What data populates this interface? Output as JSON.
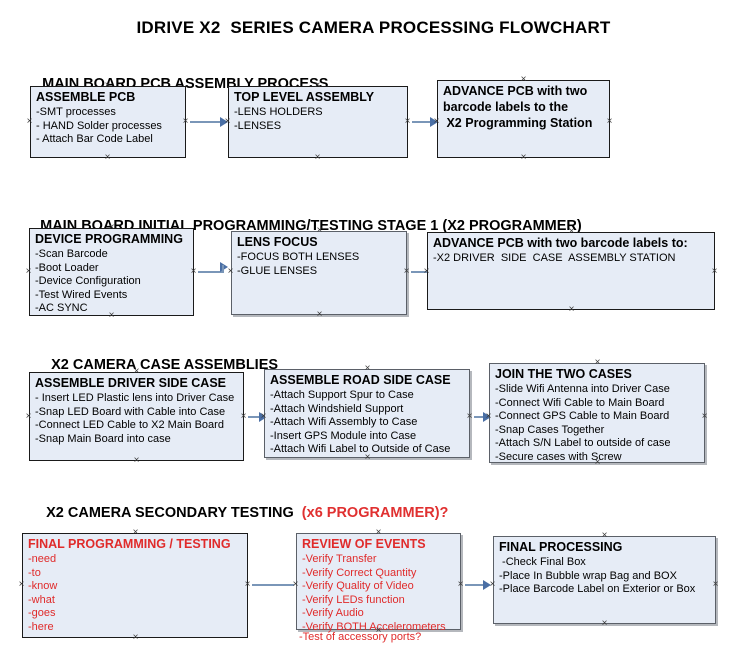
{
  "document": {
    "title": "IDRIVE X2  SERIES CAMERA PROCESSING FLOWCHART"
  },
  "sections": [
    {
      "id": "main-board-pcb-assembly-process",
      "heading": "MAIN BOARD PCB ASSEMBLY PROCESS",
      "heading_accent": "",
      "nodes": [
        {
          "id": "assemble-pcb",
          "title": "ASSEMBLE PCB",
          "lines": [
            "-SMT processes",
            "- HAND Solder processes",
            "- Attach Bar Code Label"
          ]
        },
        {
          "id": "top-level-assembly",
          "title": "TOP LEVEL ASSEMBLY",
          "lines": [
            "-LENS HOLDERS",
            "-LENSES"
          ]
        },
        {
          "id": "advance-pcb-to-x2-programming-station",
          "title": "ADVANCE PCB with two",
          "lines": [
            "barcode labels to the",
            " X2 Programming Station"
          ]
        }
      ]
    },
    {
      "id": "main-board-initial-programming-testing-stage-1",
      "heading": "MAIN BOARD INITIAL PROGRAMMING/TESTING STAGE 1 (X2 PROGRAMMER)",
      "heading_accent": "",
      "nodes": [
        {
          "id": "device-programming",
          "title": "DEVICE PROGRAMMING",
          "lines": [
            "-Scan Barcode",
            "-Boot Loader",
            "-Device Configuration",
            "-Test Wired Events",
            "-AC SYNC"
          ]
        },
        {
          "id": "lens-focus",
          "title": "LENS FOCUS",
          "lines": [
            "-FOCUS BOTH LENSES",
            "-GLUE LENSES"
          ]
        },
        {
          "id": "advance-pcb-to-driver-side-case-assembly-station",
          "title": "ADVANCE PCB with two barcode labels to:",
          "lines": [
            "-X2 DRIVER  SIDE  CASE  ASSEMBLY STATION"
          ]
        }
      ]
    },
    {
      "id": "x2-camera-case-assemblies",
      "heading": "X2 CAMERA CASE ASSEMBLIES",
      "heading_accent": "",
      "nodes": [
        {
          "id": "assemble-driver-side-case",
          "title": "ASSEMBLE DRIVER SIDE CASE",
          "lines": [
            "- Insert LED Plastic lens into Driver Case",
            "-Snap LED Board with Cable into Case",
            "-Connect LED Cable to X2 Main Board",
            "-Snap Main Board into case"
          ]
        },
        {
          "id": "assemble-road-side-case",
          "title": "ASSEMBLE ROAD SIDE CASE",
          "lines": [
            "-Attach Support Spur to Case",
            "-Attach Windshield Support",
            "-Attach Wifi Assembly to Case",
            "-Insert GPS Module into Case",
            "-Attach Wifi Label to Outside of Case"
          ]
        },
        {
          "id": "join-the-two-cases",
          "title": "JOIN THE TWO CASES",
          "lines": [
            "-Slide Wifi Antenna into Driver Case",
            "-Connect Wifi Cable to Main Board",
            "-Connect GPS Cable to Main Board",
            "-Snap Cases Together",
            "-Attach S/N Label to outside of case",
            "-Secure cases with Screw"
          ]
        }
      ]
    },
    {
      "id": "x2-camera-secondary-testing",
      "heading": "X2 CAMERA SECONDARY TESTING  ",
      "heading_accent": "(x6 PROGRAMMER)?",
      "nodes": [
        {
          "id": "final-programming-testing",
          "title": "FINAL PROGRAMMING / TESTING",
          "lines": [
            "-need",
            "-to",
            "-know",
            "-what",
            "-goes",
            "-here"
          ]
        },
        {
          "id": "review-of-events",
          "title": "REVIEW OF EVENTS",
          "lines": [
            "-Verify Transfer",
            "-Verify Correct Quantity",
            "-Verify Quality of Video",
            "-Verify LEDs function",
            "-Verify Audio",
            "-Verify BOTH Accelerometers"
          ],
          "overflow_line": "-Test of accessory ports?"
        },
        {
          "id": "final-processing",
          "title": "FINAL PROCESSING",
          "lines": [
            " -Check Final Box",
            "-Place In Bubble wrap Bag and BOX",
            "-Place Barcode Label on Exterior or Box"
          ]
        }
      ]
    }
  ],
  "colors": {
    "node_fill": "#e6ecf6",
    "node_border": "#1a1a1a",
    "connector": "#7a96b8",
    "arrow": "#4a6fa5",
    "accent_red": "#e02b2b",
    "text": "#000000"
  }
}
